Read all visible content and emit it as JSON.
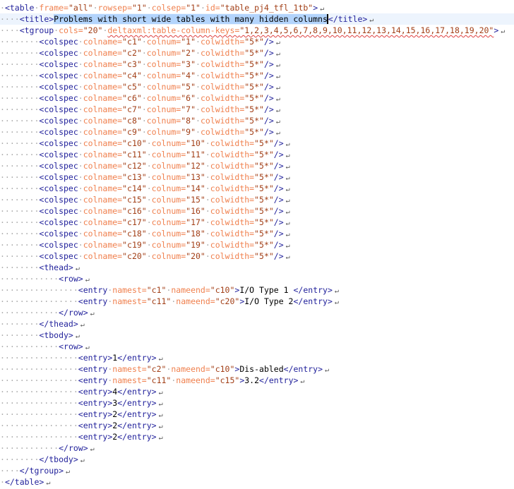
{
  "lines": [
    {
      "i": 0,
      "lead": true,
      "p": [
        [
          "t",
          "<table"
        ],
        [
          "s",
          " "
        ],
        [
          "a",
          "frame="
        ],
        [
          "v",
          "\"all\""
        ],
        [
          "s",
          " "
        ],
        [
          "a",
          "rowsep="
        ],
        [
          "v",
          "\"1\""
        ],
        [
          "s",
          " "
        ],
        [
          "a",
          "colsep="
        ],
        [
          "v",
          "\"1\""
        ],
        [
          "s",
          " "
        ],
        [
          "a",
          "id="
        ],
        [
          "v",
          "\"table_pj4_tfl_1tb\""
        ],
        [
          "t",
          ">"
        ]
      ]
    },
    {
      "i": 1,
      "current": true,
      "p": [
        [
          "t",
          "<title>"
        ],
        [
          "sel",
          "Problems with short wide tables with many hidden columns"
        ],
        [
          "caret",
          ""
        ],
        [
          "t",
          "</title>"
        ]
      ]
    },
    {
      "i": 1,
      "p": [
        [
          "t",
          "<tgroup"
        ],
        [
          "s",
          " "
        ],
        [
          "a",
          "cols="
        ],
        [
          "v",
          "\"20\""
        ],
        [
          "s",
          " "
        ],
        [
          "aw",
          "deltaxml:table-column-keys="
        ],
        [
          "vw",
          "\"1,2,3,4,5,6,7,8,9,10,11,12,13,14,15,16,17,18,19,20\""
        ],
        [
          "t",
          ">"
        ]
      ]
    },
    {
      "i": 2,
      "p": [
        [
          "t",
          "<colspec"
        ],
        [
          "s",
          " "
        ],
        [
          "a",
          "colname="
        ],
        [
          "v",
          "\"c1\""
        ],
        [
          "s",
          " "
        ],
        [
          "a",
          "colnum="
        ],
        [
          "v",
          "\"1\""
        ],
        [
          "s",
          " "
        ],
        [
          "a",
          "colwidth="
        ],
        [
          "v",
          "\"5*\""
        ],
        [
          "t",
          "/>"
        ]
      ]
    },
    {
      "i": 2,
      "p": [
        [
          "t",
          "<colspec"
        ],
        [
          "s",
          " "
        ],
        [
          "a",
          "colname="
        ],
        [
          "v",
          "\"c2\""
        ],
        [
          "s",
          " "
        ],
        [
          "a",
          "colnum="
        ],
        [
          "v",
          "\"2\""
        ],
        [
          "s",
          " "
        ],
        [
          "a",
          "colwidth="
        ],
        [
          "v",
          "\"5*\""
        ],
        [
          "t",
          "/>"
        ]
      ]
    },
    {
      "i": 2,
      "p": [
        [
          "t",
          "<colspec"
        ],
        [
          "s",
          " "
        ],
        [
          "a",
          "colname="
        ],
        [
          "v",
          "\"c3\""
        ],
        [
          "s",
          " "
        ],
        [
          "a",
          "colnum="
        ],
        [
          "v",
          "\"3\""
        ],
        [
          "s",
          " "
        ],
        [
          "a",
          "colwidth="
        ],
        [
          "v",
          "\"5*\""
        ],
        [
          "t",
          "/>"
        ]
      ]
    },
    {
      "i": 2,
      "p": [
        [
          "t",
          "<colspec"
        ],
        [
          "s",
          " "
        ],
        [
          "a",
          "colname="
        ],
        [
          "v",
          "\"c4\""
        ],
        [
          "s",
          " "
        ],
        [
          "a",
          "colnum="
        ],
        [
          "v",
          "\"4\""
        ],
        [
          "s",
          " "
        ],
        [
          "a",
          "colwidth="
        ],
        [
          "v",
          "\"5*\""
        ],
        [
          "t",
          "/>"
        ]
      ]
    },
    {
      "i": 2,
      "p": [
        [
          "t",
          "<colspec"
        ],
        [
          "s",
          " "
        ],
        [
          "a",
          "colname="
        ],
        [
          "v",
          "\"c5\""
        ],
        [
          "s",
          " "
        ],
        [
          "a",
          "colnum="
        ],
        [
          "v",
          "\"5\""
        ],
        [
          "s",
          " "
        ],
        [
          "a",
          "colwidth="
        ],
        [
          "v",
          "\"5*\""
        ],
        [
          "t",
          "/>"
        ]
      ]
    },
    {
      "i": 2,
      "p": [
        [
          "t",
          "<colspec"
        ],
        [
          "s",
          " "
        ],
        [
          "a",
          "colname="
        ],
        [
          "v",
          "\"c6\""
        ],
        [
          "s",
          " "
        ],
        [
          "a",
          "colnum="
        ],
        [
          "v",
          "\"6\""
        ],
        [
          "s",
          " "
        ],
        [
          "a",
          "colwidth="
        ],
        [
          "v",
          "\"5*\""
        ],
        [
          "t",
          "/>"
        ]
      ]
    },
    {
      "i": 2,
      "p": [
        [
          "t",
          "<colspec"
        ],
        [
          "s",
          " "
        ],
        [
          "a",
          "colname="
        ],
        [
          "v",
          "\"c7\""
        ],
        [
          "s",
          " "
        ],
        [
          "a",
          "colnum="
        ],
        [
          "v",
          "\"7\""
        ],
        [
          "s",
          " "
        ],
        [
          "a",
          "colwidth="
        ],
        [
          "v",
          "\"5*\""
        ],
        [
          "t",
          "/>"
        ]
      ]
    },
    {
      "i": 2,
      "p": [
        [
          "t",
          "<colspec"
        ],
        [
          "s",
          " "
        ],
        [
          "a",
          "colname="
        ],
        [
          "v",
          "\"c8\""
        ],
        [
          "s",
          " "
        ],
        [
          "a",
          "colnum="
        ],
        [
          "v",
          "\"8\""
        ],
        [
          "s",
          " "
        ],
        [
          "a",
          "colwidth="
        ],
        [
          "v",
          "\"5*\""
        ],
        [
          "t",
          "/>"
        ]
      ]
    },
    {
      "i": 2,
      "p": [
        [
          "t",
          "<colspec"
        ],
        [
          "s",
          " "
        ],
        [
          "a",
          "colname="
        ],
        [
          "v",
          "\"c9\""
        ],
        [
          "s",
          " "
        ],
        [
          "a",
          "colnum="
        ],
        [
          "v",
          "\"9\""
        ],
        [
          "s",
          " "
        ],
        [
          "a",
          "colwidth="
        ],
        [
          "v",
          "\"5*\""
        ],
        [
          "t",
          "/>"
        ]
      ]
    },
    {
      "i": 2,
      "p": [
        [
          "t",
          "<colspec"
        ],
        [
          "s",
          " "
        ],
        [
          "a",
          "colname="
        ],
        [
          "v",
          "\"c10\""
        ],
        [
          "s",
          " "
        ],
        [
          "a",
          "colnum="
        ],
        [
          "v",
          "\"10\""
        ],
        [
          "s",
          " "
        ],
        [
          "a",
          "colwidth="
        ],
        [
          "v",
          "\"5*\""
        ],
        [
          "t",
          "/>"
        ]
      ]
    },
    {
      "i": 2,
      "p": [
        [
          "t",
          "<colspec"
        ],
        [
          "s",
          " "
        ],
        [
          "a",
          "colname="
        ],
        [
          "v",
          "\"c11\""
        ],
        [
          "s",
          " "
        ],
        [
          "a",
          "colnum="
        ],
        [
          "v",
          "\"11\""
        ],
        [
          "s",
          " "
        ],
        [
          "a",
          "colwidth="
        ],
        [
          "v",
          "\"5*\""
        ],
        [
          "t",
          "/>"
        ]
      ]
    },
    {
      "i": 2,
      "p": [
        [
          "t",
          "<colspec"
        ],
        [
          "s",
          " "
        ],
        [
          "a",
          "colname="
        ],
        [
          "v",
          "\"c12\""
        ],
        [
          "s",
          " "
        ],
        [
          "a",
          "colnum="
        ],
        [
          "v",
          "\"12\""
        ],
        [
          "s",
          " "
        ],
        [
          "a",
          "colwidth="
        ],
        [
          "v",
          "\"5*\""
        ],
        [
          "t",
          "/>"
        ]
      ]
    },
    {
      "i": 2,
      "p": [
        [
          "t",
          "<colspec"
        ],
        [
          "s",
          " "
        ],
        [
          "a",
          "colname="
        ],
        [
          "v",
          "\"c13\""
        ],
        [
          "s",
          " "
        ],
        [
          "a",
          "colnum="
        ],
        [
          "v",
          "\"13\""
        ],
        [
          "s",
          " "
        ],
        [
          "a",
          "colwidth="
        ],
        [
          "v",
          "\"5*\""
        ],
        [
          "t",
          "/>"
        ]
      ]
    },
    {
      "i": 2,
      "p": [
        [
          "t",
          "<colspec"
        ],
        [
          "s",
          " "
        ],
        [
          "a",
          "colname="
        ],
        [
          "v",
          "\"c14\""
        ],
        [
          "s",
          " "
        ],
        [
          "a",
          "colnum="
        ],
        [
          "v",
          "\"14\""
        ],
        [
          "s",
          " "
        ],
        [
          "a",
          "colwidth="
        ],
        [
          "v",
          "\"5*\""
        ],
        [
          "t",
          "/>"
        ]
      ]
    },
    {
      "i": 2,
      "p": [
        [
          "t",
          "<colspec"
        ],
        [
          "s",
          " "
        ],
        [
          "a",
          "colname="
        ],
        [
          "v",
          "\"c15\""
        ],
        [
          "s",
          " "
        ],
        [
          "a",
          "colnum="
        ],
        [
          "v",
          "\"15\""
        ],
        [
          "s",
          " "
        ],
        [
          "a",
          "colwidth="
        ],
        [
          "v",
          "\"5*\""
        ],
        [
          "t",
          "/>"
        ]
      ]
    },
    {
      "i": 2,
      "p": [
        [
          "t",
          "<colspec"
        ],
        [
          "s",
          " "
        ],
        [
          "a",
          "colname="
        ],
        [
          "v",
          "\"c16\""
        ],
        [
          "s",
          " "
        ],
        [
          "a",
          "colnum="
        ],
        [
          "v",
          "\"16\""
        ],
        [
          "s",
          " "
        ],
        [
          "a",
          "colwidth="
        ],
        [
          "v",
          "\"5*\""
        ],
        [
          "t",
          "/>"
        ]
      ]
    },
    {
      "i": 2,
      "p": [
        [
          "t",
          "<colspec"
        ],
        [
          "s",
          " "
        ],
        [
          "a",
          "colname="
        ],
        [
          "v",
          "\"c17\""
        ],
        [
          "s",
          " "
        ],
        [
          "a",
          "colnum="
        ],
        [
          "v",
          "\"17\""
        ],
        [
          "s",
          " "
        ],
        [
          "a",
          "colwidth="
        ],
        [
          "v",
          "\"5*\""
        ],
        [
          "t",
          "/>"
        ]
      ]
    },
    {
      "i": 2,
      "p": [
        [
          "t",
          "<colspec"
        ],
        [
          "s",
          " "
        ],
        [
          "a",
          "colname="
        ],
        [
          "v",
          "\"c18\""
        ],
        [
          "s",
          " "
        ],
        [
          "a",
          "colnum="
        ],
        [
          "v",
          "\"18\""
        ],
        [
          "s",
          " "
        ],
        [
          "a",
          "colwidth="
        ],
        [
          "v",
          "\"5*\""
        ],
        [
          "t",
          "/>"
        ]
      ]
    },
    {
      "i": 2,
      "p": [
        [
          "t",
          "<colspec"
        ],
        [
          "s",
          " "
        ],
        [
          "a",
          "colname="
        ],
        [
          "v",
          "\"c19\""
        ],
        [
          "s",
          " "
        ],
        [
          "a",
          "colnum="
        ],
        [
          "v",
          "\"19\""
        ],
        [
          "s",
          " "
        ],
        [
          "a",
          "colwidth="
        ],
        [
          "v",
          "\"5*\""
        ],
        [
          "t",
          "/>"
        ]
      ]
    },
    {
      "i": 2,
      "p": [
        [
          "t",
          "<colspec"
        ],
        [
          "s",
          " "
        ],
        [
          "a",
          "colname="
        ],
        [
          "v",
          "\"c20\""
        ],
        [
          "s",
          " "
        ],
        [
          "a",
          "colnum="
        ],
        [
          "v",
          "\"20\""
        ],
        [
          "s",
          " "
        ],
        [
          "a",
          "colwidth="
        ],
        [
          "v",
          "\"5*\""
        ],
        [
          "t",
          "/>"
        ]
      ]
    },
    {
      "i": 2,
      "p": [
        [
          "t",
          "<thead>"
        ]
      ]
    },
    {
      "i": 3,
      "p": [
        [
          "t",
          "<row>"
        ]
      ]
    },
    {
      "i": 4,
      "p": [
        [
          "t",
          "<entry"
        ],
        [
          "s",
          " "
        ],
        [
          "a",
          "namest="
        ],
        [
          "v",
          "\"c1\""
        ],
        [
          "s",
          " "
        ],
        [
          "a",
          "nameend="
        ],
        [
          "v",
          "\"c10\""
        ],
        [
          "t",
          ">"
        ],
        [
          "x",
          "I/O Type 1 "
        ],
        [
          "t",
          "</entry>"
        ]
      ]
    },
    {
      "i": 4,
      "p": [
        [
          "t",
          "<entry"
        ],
        [
          "s",
          " "
        ],
        [
          "a",
          "namest="
        ],
        [
          "v",
          "\"c11\""
        ],
        [
          "s",
          " "
        ],
        [
          "a",
          "nameend="
        ],
        [
          "v",
          "\"c20\""
        ],
        [
          "t",
          ">"
        ],
        [
          "x",
          "I/O Type 2"
        ],
        [
          "t",
          "</entry>"
        ]
      ]
    },
    {
      "i": 3,
      "p": [
        [
          "t",
          "</row>"
        ]
      ]
    },
    {
      "i": 2,
      "p": [
        [
          "t",
          "</thead>"
        ]
      ]
    },
    {
      "i": 2,
      "p": [
        [
          "t",
          "<tbody>"
        ]
      ]
    },
    {
      "i": 3,
      "p": [
        [
          "t",
          "<row>"
        ]
      ]
    },
    {
      "i": 4,
      "p": [
        [
          "t",
          "<entry>"
        ],
        [
          "x",
          "1"
        ],
        [
          "t",
          "</entry>"
        ]
      ]
    },
    {
      "i": 4,
      "p": [
        [
          "t",
          "<entry"
        ],
        [
          "s",
          " "
        ],
        [
          "a",
          "namest="
        ],
        [
          "v",
          "\"c2\""
        ],
        [
          "s",
          " "
        ],
        [
          "a",
          "nameend="
        ],
        [
          "v",
          "\"c10\""
        ],
        [
          "t",
          ">"
        ],
        [
          "x",
          "Dis-abled"
        ],
        [
          "t",
          "</entry>"
        ]
      ]
    },
    {
      "i": 4,
      "p": [
        [
          "t",
          "<entry"
        ],
        [
          "s",
          " "
        ],
        [
          "a",
          "namest="
        ],
        [
          "v",
          "\"c11\""
        ],
        [
          "s",
          " "
        ],
        [
          "a",
          "nameend="
        ],
        [
          "v",
          "\"c15\""
        ],
        [
          "t",
          ">"
        ],
        [
          "x",
          "3.2"
        ],
        [
          "t",
          "</entry>"
        ]
      ]
    },
    {
      "i": 4,
      "p": [
        [
          "t",
          "<entry>"
        ],
        [
          "x",
          "4"
        ],
        [
          "t",
          "</entry>"
        ]
      ]
    },
    {
      "i": 4,
      "p": [
        [
          "t",
          "<entry>"
        ],
        [
          "x",
          "3"
        ],
        [
          "t",
          "</entry>"
        ]
      ]
    },
    {
      "i": 4,
      "p": [
        [
          "t",
          "<entry>"
        ],
        [
          "x",
          "2"
        ],
        [
          "t",
          "</entry>"
        ]
      ]
    },
    {
      "i": 4,
      "p": [
        [
          "t",
          "<entry>"
        ],
        [
          "x",
          "2"
        ],
        [
          "t",
          "</entry>"
        ]
      ]
    },
    {
      "i": 4,
      "p": [
        [
          "t",
          "<entry>"
        ],
        [
          "x",
          "2"
        ],
        [
          "t",
          "</entry>"
        ]
      ]
    },
    {
      "i": 3,
      "p": [
        [
          "t",
          "</row>"
        ]
      ]
    },
    {
      "i": 2,
      "p": [
        [
          "t",
          "</tbody>"
        ]
      ]
    },
    {
      "i": 1,
      "p": [
        [
          "t",
          "</tgroup>"
        ]
      ]
    },
    {
      "i": 0,
      "lead": true,
      "p": [
        [
          "t",
          "</table>"
        ]
      ]
    }
  ],
  "newline_glyph": "↵",
  "colors": {
    "tag": "#23239c",
    "attr": "#f0814f",
    "value": "#a23f17",
    "selection": "#b3d4fc",
    "current_line": "#edf4fd"
  }
}
